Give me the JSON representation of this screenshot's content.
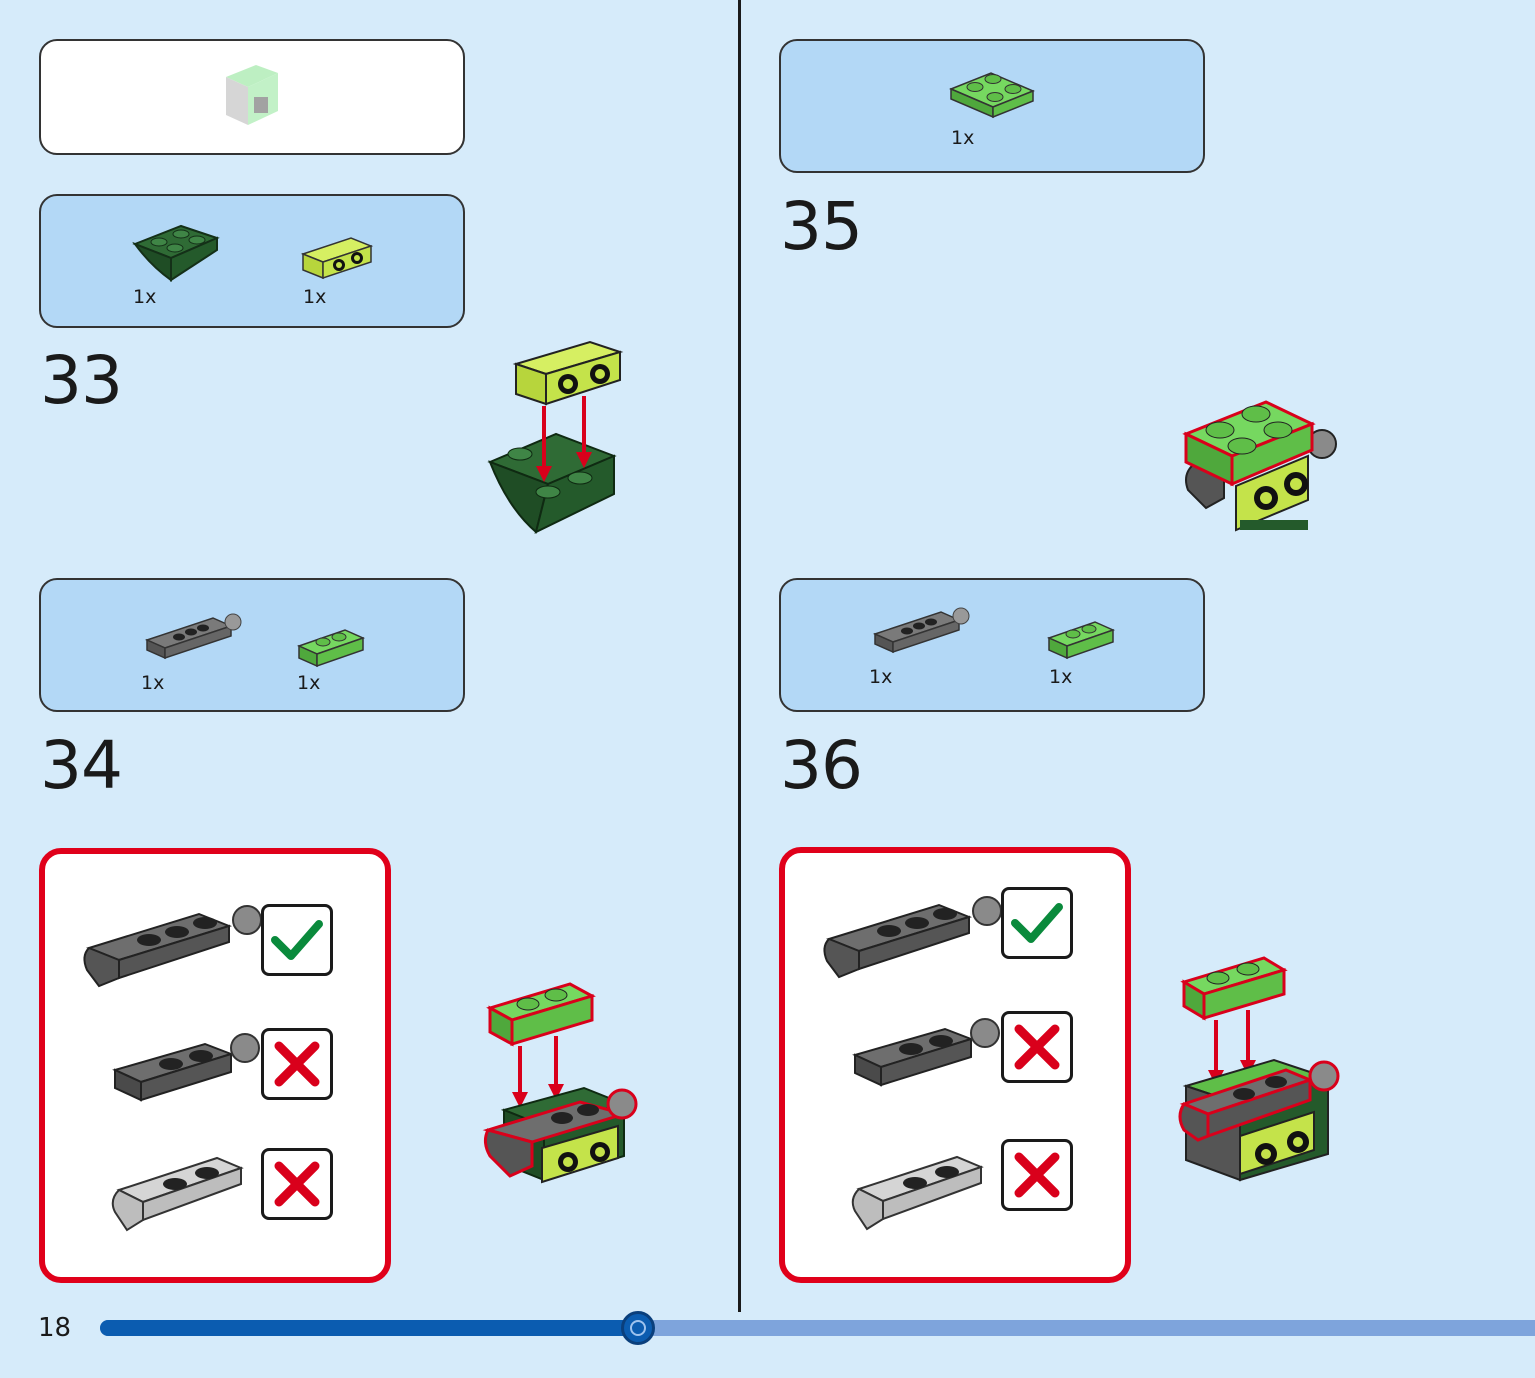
{
  "page": {
    "number": "18",
    "progress_fraction": 0.375
  },
  "left": {
    "step33": {
      "label": "33",
      "parts": [
        {
          "name": "dark-green-inverted-slope-plate",
          "qty": "1x"
        },
        {
          "name": "lime-bracket-plate",
          "qty": "1x"
        }
      ]
    },
    "step34": {
      "label": "34",
      "parts": [
        {
          "name": "dark-gray-ball-plate",
          "qty": "1x"
        },
        {
          "name": "bright-green-plate-1x2",
          "qty": "1x"
        }
      ],
      "callout": [
        "correct",
        "incorrect",
        "incorrect"
      ]
    }
  },
  "right": {
    "step35": {
      "label": "35",
      "parts": [
        {
          "name": "bright-green-plate-2x2",
          "qty": "1x"
        }
      ]
    },
    "step36": {
      "label": "36",
      "parts": [
        {
          "name": "dark-gray-ball-plate",
          "qty": "1x"
        },
        {
          "name": "bright-green-plate-1x2",
          "qty": "1x"
        }
      ],
      "callout": [
        "correct",
        "incorrect",
        "incorrect"
      ]
    }
  },
  "colors": {
    "background": "#d6ebfa",
    "parts_panel": "#b3d8f6",
    "callout_border": "#e0001a",
    "check": "#0a8a3c",
    "cross": "#d9001b",
    "progress_fill": "#0b5cb0",
    "progress_track": "#7ea4dc"
  }
}
